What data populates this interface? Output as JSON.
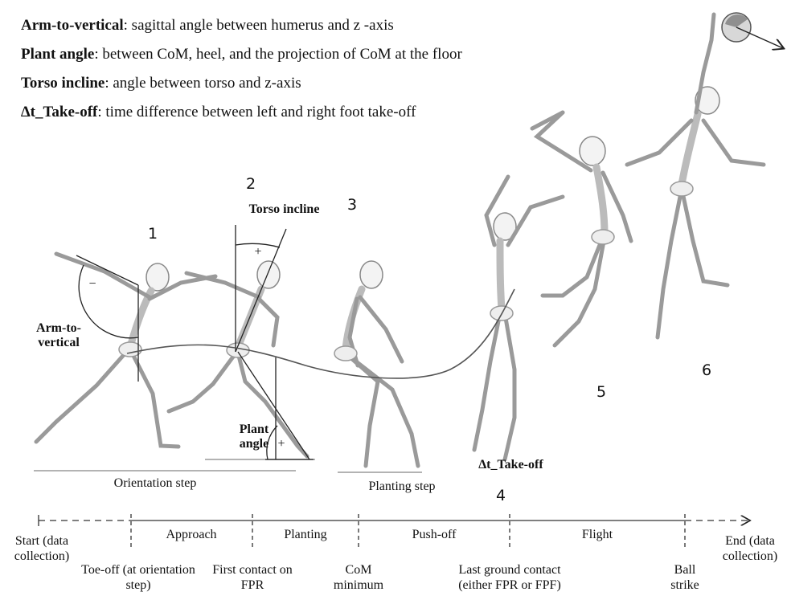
{
  "definitions": [
    {
      "term": "Arm-to-vertical",
      "desc": ": sagittal angle between humerus and z -axis"
    },
    {
      "term": "Plant angle",
      "desc": ": between CoM, heel, and the projection of CoM at the floor"
    },
    {
      "term": "Torso incline",
      "desc": ": angle between torso and z-axis"
    },
    {
      "term": "∆t_Take-off",
      "desc": ": time difference between left and right foot take-off"
    }
  ],
  "figure_numbers": [
    "1",
    "2",
    "3",
    "4",
    "5",
    "6"
  ],
  "annotations": {
    "arm_to_vertical": "Arm-to-vertical",
    "torso_incline": "Torso incline",
    "plant_angle": "Plant angle",
    "dt_takeoff": "∆t_Take-off",
    "minus": "−",
    "plus": "+"
  },
  "steps": {
    "orientation": "Orientation step",
    "planting": "Planting step"
  },
  "timeline": {
    "phases": [
      "Approach",
      "Planting",
      "Push-off",
      "Flight"
    ],
    "start": "Start (data collection)",
    "end": "End (data collection)",
    "events": [
      "Toe-off (at orientation step)",
      "First contact on FPR",
      "CoM minimum",
      "Last ground contact (either FPR or FPF)",
      "Ball strike"
    ]
  }
}
